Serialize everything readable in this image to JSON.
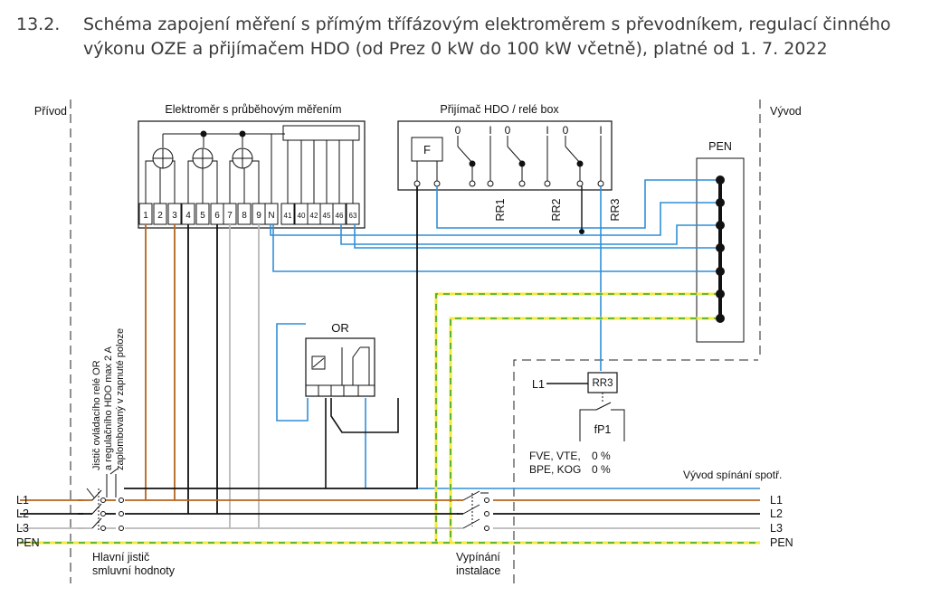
{
  "heading": {
    "number": "13.2.",
    "line1": "Schéma zapojení měření s přímým třífázovým elektroměrem s převodníkem, regulací činného",
    "line2": "výkonu OZE a přijímačem HDO (od Prez 0 kW do 100 kW včetně), platné od 1. 7. 2022"
  },
  "labels": {
    "privod": "Přívod",
    "vyvod": "Vývod",
    "meter_title": "Elektroměr s průběhovým měřením",
    "hdo_title": "Přijímač HDO / relé box",
    "f_box": "F",
    "pen_bar": "PEN",
    "or_box": "OR",
    "rr1": "RR1",
    "rr2": "RR2",
    "rr3": "RR3",
    "rr3_box": "RR3",
    "l1_input": "L1",
    "fp1": "fP1",
    "fve_line": "FVE, VTE,",
    "fve_pct": "0 %",
    "bpe_line": "BPE, KOG",
    "bpe_pct": "0 %",
    "vyvod_spinani": "Vývod spínání spotř.",
    "breaker_note_1": "Jistič ovládacího relé OR",
    "breaker_note_2": "a regulačního HDO max 2 A",
    "breaker_note_3": "zaplombovaný v zapnuté poloze",
    "main_breaker_1": "Hlavní jistič",
    "main_breaker_2": "smluvní hodnoty",
    "switch_off_1": "Vypínání",
    "switch_off_2": "instalace"
  },
  "relay_states": [
    "0",
    "I",
    "0",
    "I",
    "0",
    "I"
  ],
  "terminals": [
    "1",
    "2",
    "3",
    "4",
    "5",
    "6",
    "7",
    "8",
    "9",
    "N",
    "41",
    "40",
    "42",
    "45",
    "46",
    "63"
  ],
  "bus_left": [
    "L1",
    "L2",
    "L3",
    "PEN"
  ],
  "bus_right": [
    "L1",
    "L2",
    "L3",
    "PEN"
  ],
  "colors": {
    "l1": "#b5651d",
    "l2": "#111111",
    "l3": "#b8b8b8",
    "pen_green": "#3aa535",
    "pen_yellow": "#f2ea3c",
    "signal": "#2f8fd8"
  }
}
